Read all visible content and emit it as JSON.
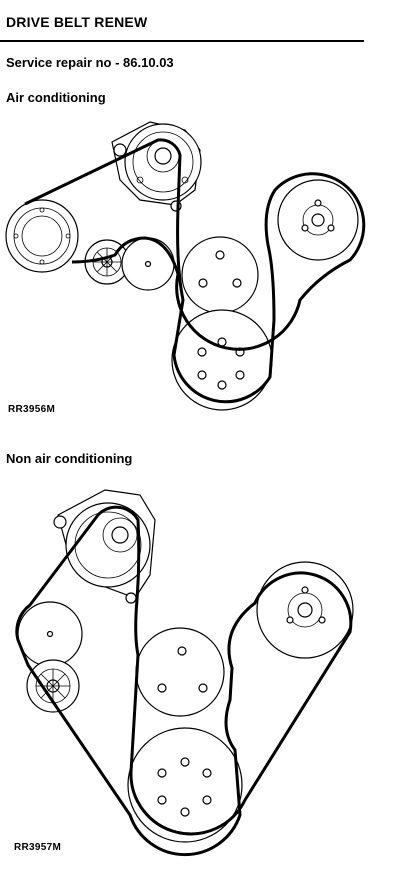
{
  "header": {
    "title": "DRIVE BELT RENEW",
    "service_repair": "Service repair no - 86.10.03"
  },
  "sections": [
    {
      "heading": "Air conditioning",
      "figure_ref": "RR3956M"
    },
    {
      "heading": "Non air conditioning",
      "figure_ref": "RR3957M"
    }
  ]
}
